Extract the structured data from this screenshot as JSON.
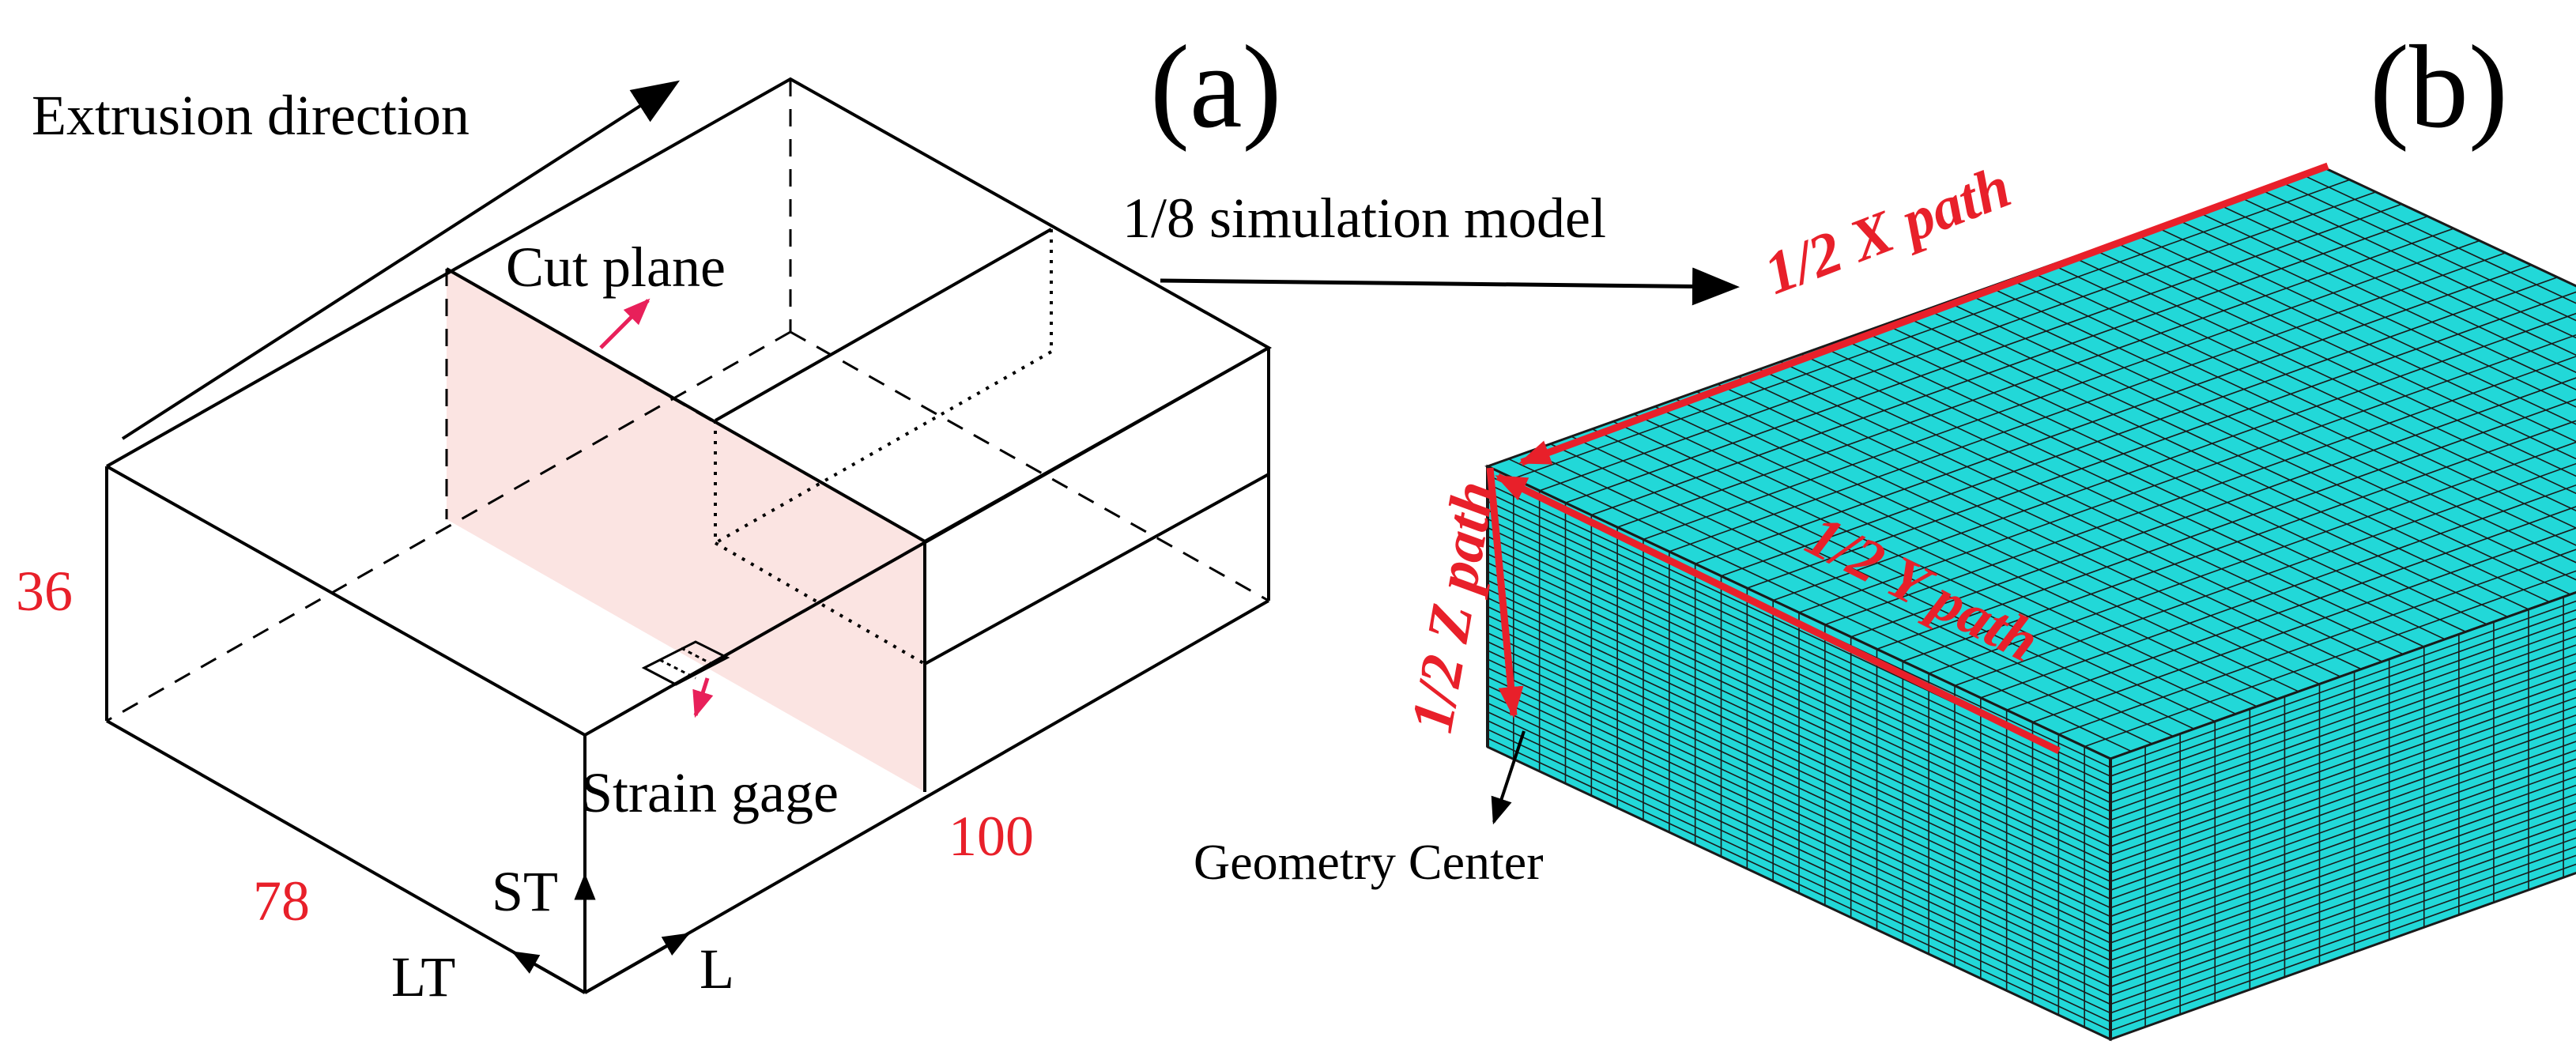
{
  "panels": {
    "a": "(a)",
    "b": "(b)"
  },
  "labels": {
    "extrusion_direction": "Extrusion direction",
    "cut_plane": "Cut plane",
    "strain_gage": "Strain gage",
    "simulation_model": "1/8 simulation model",
    "geometry_center": "Geometry Center"
  },
  "dimensions": {
    "height": "36",
    "width": "78",
    "length": "100"
  },
  "axes": {
    "st": "ST",
    "lt": "LT",
    "l": "L"
  },
  "paths": {
    "x": "1/2 X path",
    "y": "1/2 Y path",
    "z": "1/2 Z path"
  },
  "colors": {
    "mesh_face": "#22d8d8",
    "mesh_line": "#1a1a1a",
    "cut_plane_fill": "#fbe4e2",
    "annotation_red": "#e8202a",
    "arrow_pink": "#e8205a"
  }
}
